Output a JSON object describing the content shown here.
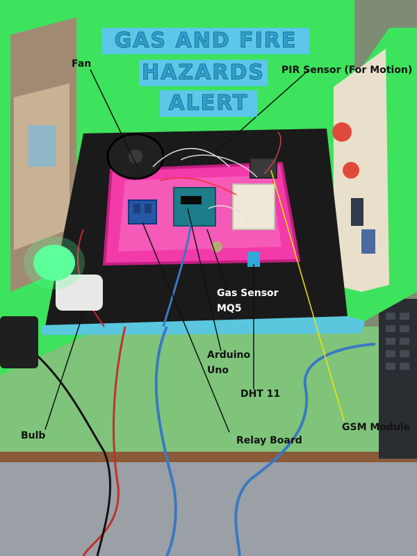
{
  "sign": {
    "line1": "GAS AND FIRE",
    "line2": "HAZARDS",
    "line3": "ALERT"
  },
  "labels": {
    "fan": "Fan",
    "pir": "PIR Sensor (For Motion)",
    "gas_line1": "Gas Sensor",
    "gas_line2": "MQ5",
    "arduino_line1": "Arduino",
    "arduino_line2": "Uno",
    "dht": "DHT 11",
    "bulb": "Bulb",
    "relay": "Relay Board",
    "gsm": "GSM Module"
  },
  "colors": {
    "board_green": "#39e05a",
    "tray_pink": "#f23aa8",
    "black_base": "#1a1a1a",
    "sign_blue": "#5cc7e8",
    "leader_black": "#111111",
    "leader_yellow": "#f2e600"
  }
}
